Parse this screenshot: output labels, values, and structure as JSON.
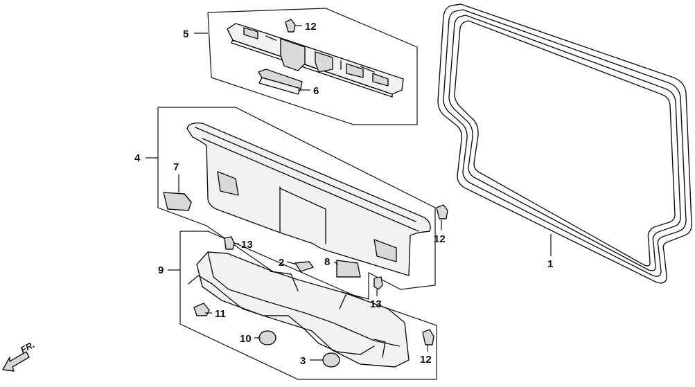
{
  "diagram": {
    "callouts": [
      {
        "id": "c1",
        "text": "1"
      },
      {
        "id": "c2",
        "text": "2"
      },
      {
        "id": "c3",
        "text": "3"
      },
      {
        "id": "c4",
        "text": "4"
      },
      {
        "id": "c5",
        "text": "5"
      },
      {
        "id": "c6",
        "text": "6"
      },
      {
        "id": "c7",
        "text": "7"
      },
      {
        "id": "c8",
        "text": "8"
      },
      {
        "id": "c9",
        "text": "9"
      },
      {
        "id": "c10",
        "text": "10"
      },
      {
        "id": "c11",
        "text": "11"
      },
      {
        "id": "c12a",
        "text": "12"
      },
      {
        "id": "c12b",
        "text": "12"
      },
      {
        "id": "c12c",
        "text": "12"
      },
      {
        "id": "c13a",
        "text": "13"
      },
      {
        "id": "c13b",
        "text": "13"
      }
    ],
    "direction_label": "FR."
  }
}
